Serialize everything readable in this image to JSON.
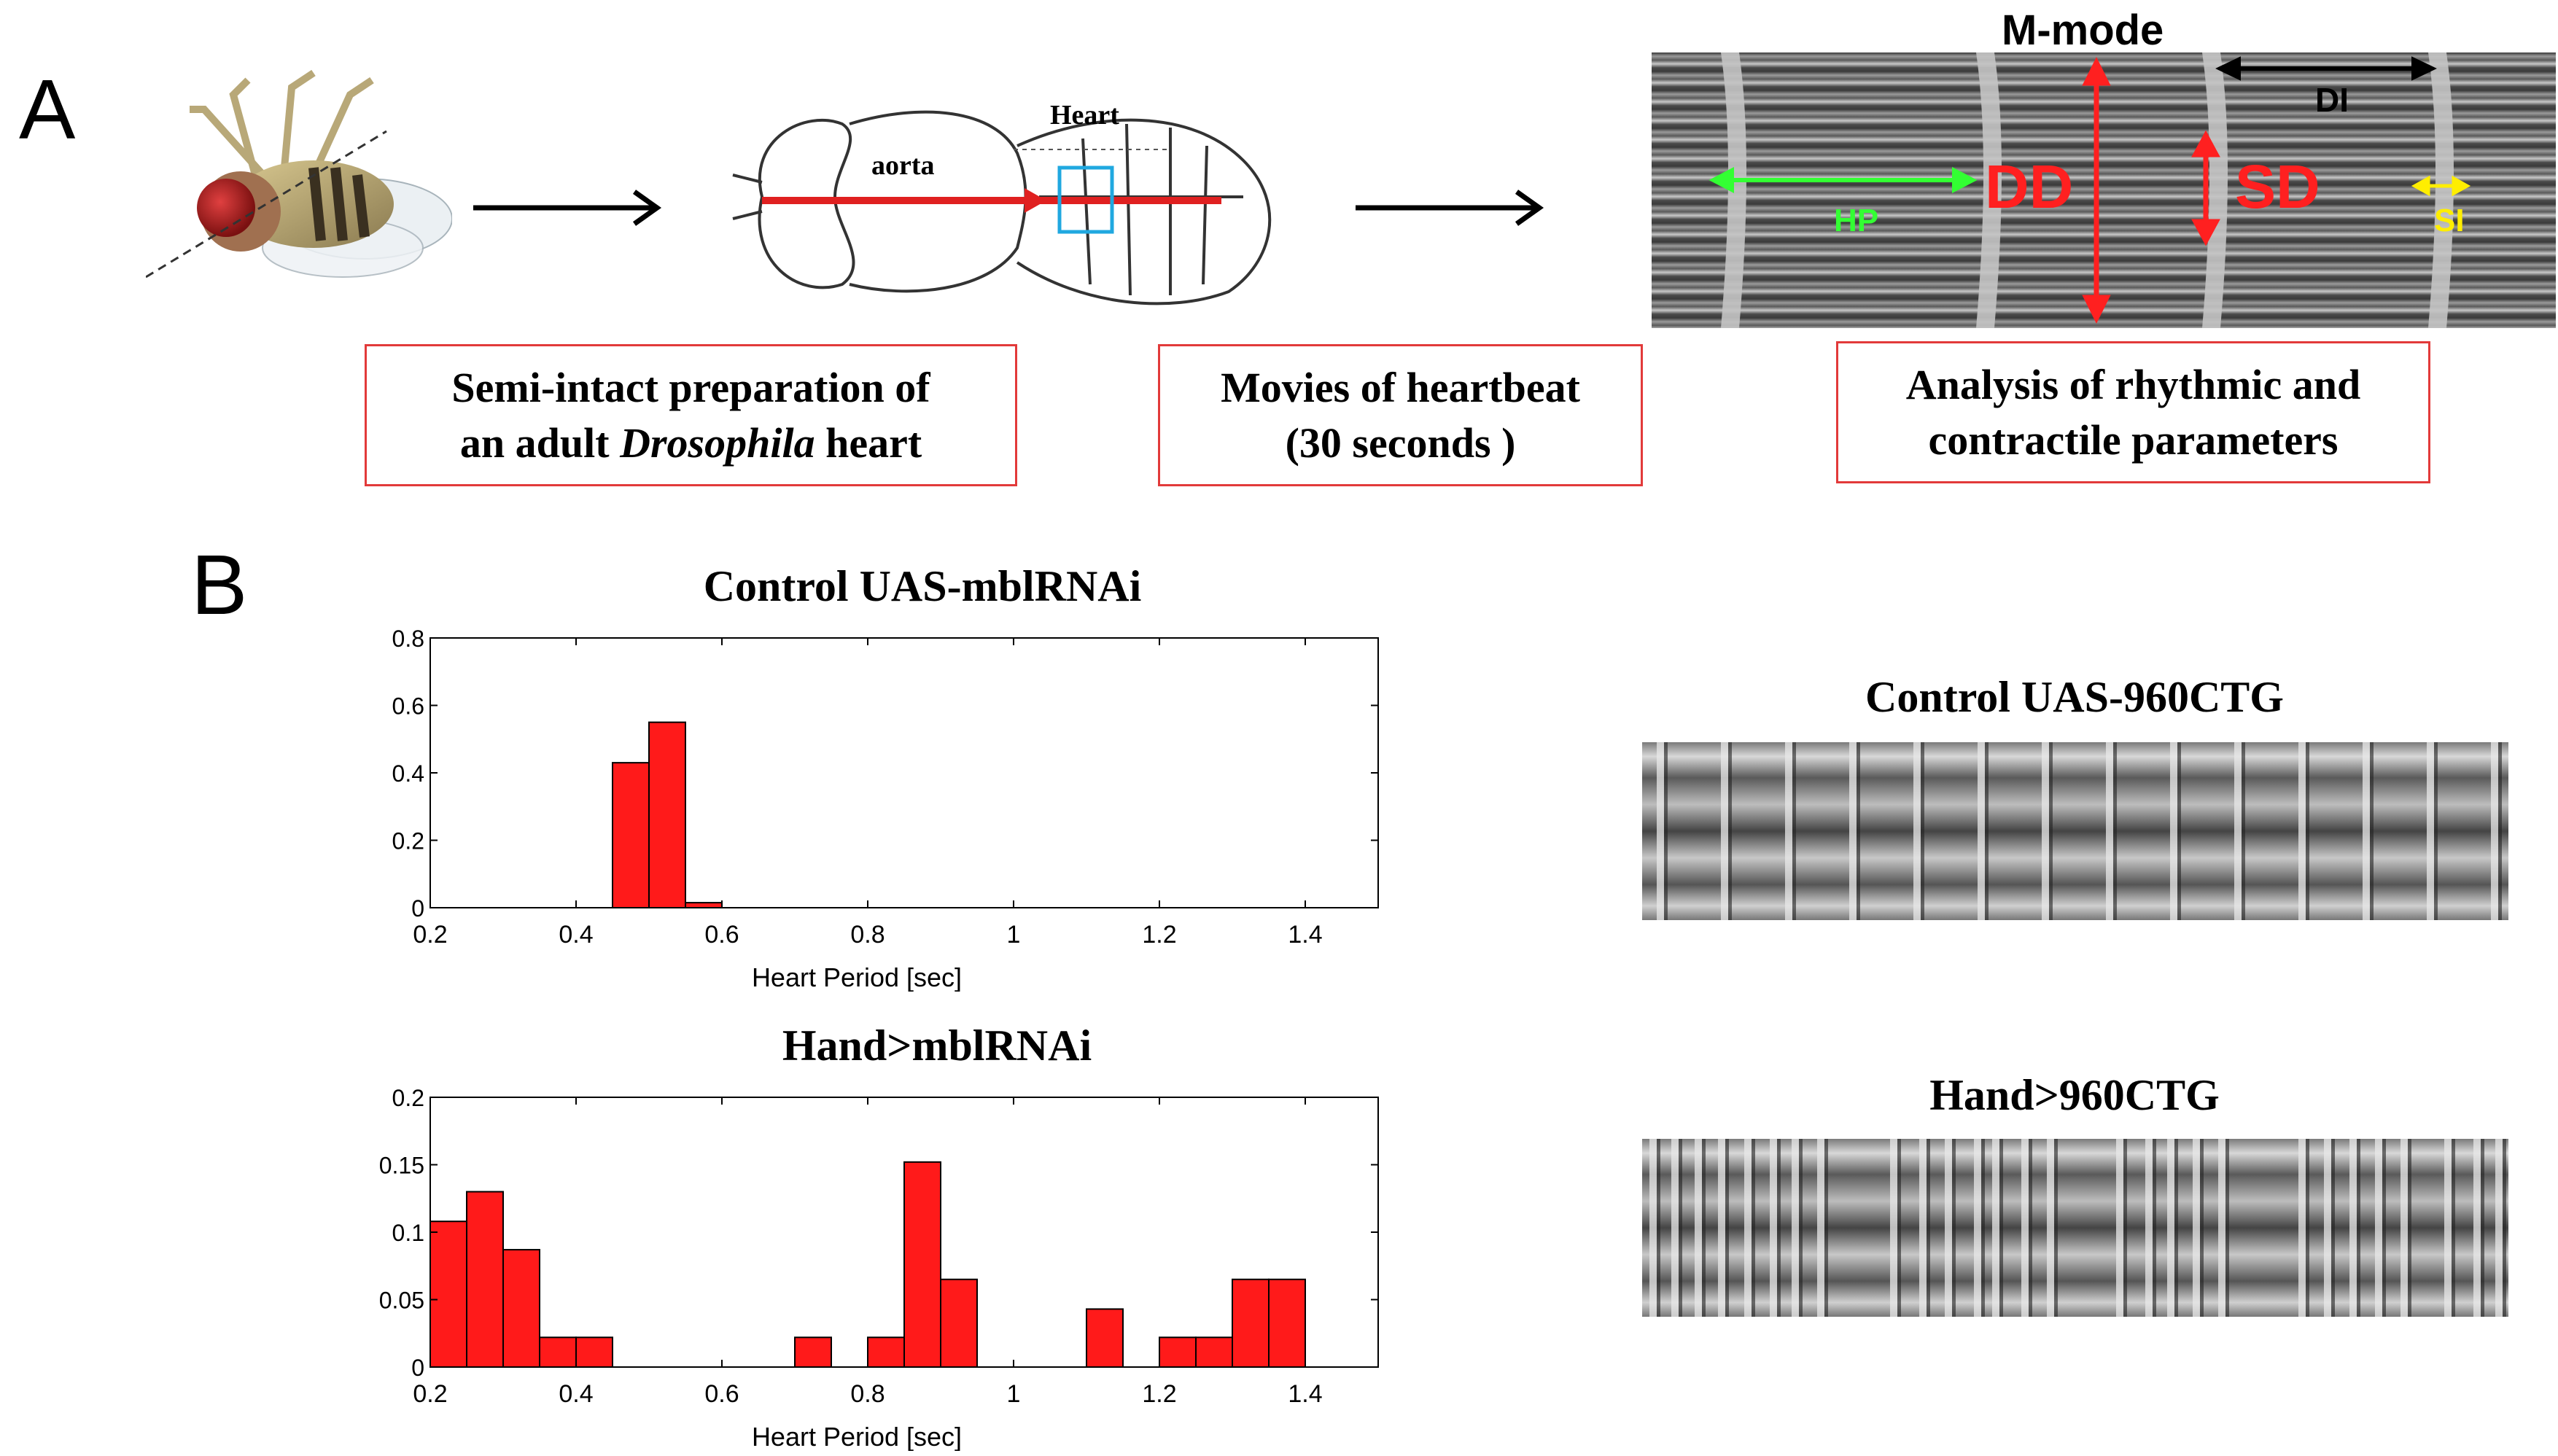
{
  "panels": {
    "a_label": "A",
    "b_label": "B"
  },
  "workflow": {
    "diagram_labels": {
      "aorta": "aorta",
      "heart": "Heart"
    },
    "mmode": {
      "title": "M-mode",
      "labels": {
        "di": "DI",
        "dd": "DD",
        "sd": "SD",
        "hp": "HP",
        "si": "SI"
      },
      "colors": {
        "dd": "#ff2020",
        "sd": "#ff2020",
        "hp": "#33ff33",
        "si": "#ffee00",
        "di": "#000000"
      }
    },
    "captions": {
      "prep_line1": "Semi-intact preparation of",
      "prep_line2_pre": "an adult ",
      "prep_line2_italic": "Drosophila",
      "prep_line2_post": " heart",
      "movie_line1": "Movies of heartbeat",
      "movie_line2": "(30 seconds )",
      "analysis_line1": "Analysis of rhythmic and",
      "analysis_line2": "contractile parameters"
    }
  },
  "kymographs": {
    "control": {
      "title": "Control UAS-960CTG"
    },
    "hand": {
      "title": "Hand>960CTG"
    }
  },
  "chart_data": [
    {
      "type": "bar",
      "title": "Control UAS-mblRNAi",
      "xlabel": "Heart Period [sec]",
      "ylabel": "",
      "xlim": [
        0.2,
        1.5
      ],
      "ylim": [
        0,
        0.8
      ],
      "xticks": [
        "0.2",
        "0.4",
        "0.6",
        "0.8",
        "1",
        "1.2",
        "1.4"
      ],
      "yticks": [
        "0",
        "0.2",
        "0.4",
        "0.6",
        "0.8"
      ],
      "bin_width": 0.05,
      "bins": [
        {
          "x": 0.45,
          "value": 0.43
        },
        {
          "x": 0.5,
          "value": 0.55
        },
        {
          "x": 0.55,
          "value": 0.015
        }
      ],
      "bar_color": "#ff1a1a",
      "grid": false,
      "legend": "none"
    },
    {
      "type": "bar",
      "title": "Hand>mblRNAi",
      "xlabel": "Heart Period [sec]",
      "ylabel": "",
      "xlim": [
        0.2,
        1.5
      ],
      "ylim": [
        0,
        0.2
      ],
      "xticks": [
        "0.2",
        "0.4",
        "0.6",
        "0.8",
        "1",
        "1.2",
        "1.4"
      ],
      "yticks": [
        "0",
        "0.05",
        "0.1",
        "0.15",
        "0.2"
      ],
      "bin_width": 0.05,
      "bins": [
        {
          "x": 0.2,
          "value": 0.108
        },
        {
          "x": 0.25,
          "value": 0.13
        },
        {
          "x": 0.3,
          "value": 0.087
        },
        {
          "x": 0.35,
          "value": 0.022
        },
        {
          "x": 0.4,
          "value": 0.022
        },
        {
          "x": 0.7,
          "value": 0.022
        },
        {
          "x": 0.8,
          "value": 0.022
        },
        {
          "x": 0.85,
          "value": 0.152
        },
        {
          "x": 0.9,
          "value": 0.065
        },
        {
          "x": 1.1,
          "value": 0.043
        },
        {
          "x": 1.2,
          "value": 0.022
        },
        {
          "x": 1.25,
          "value": 0.022
        },
        {
          "x": 1.3,
          "value": 0.065
        },
        {
          "x": 1.35,
          "value": 0.065
        }
      ],
      "bar_color": "#ff1a1a",
      "grid": false,
      "legend": "none"
    }
  ]
}
